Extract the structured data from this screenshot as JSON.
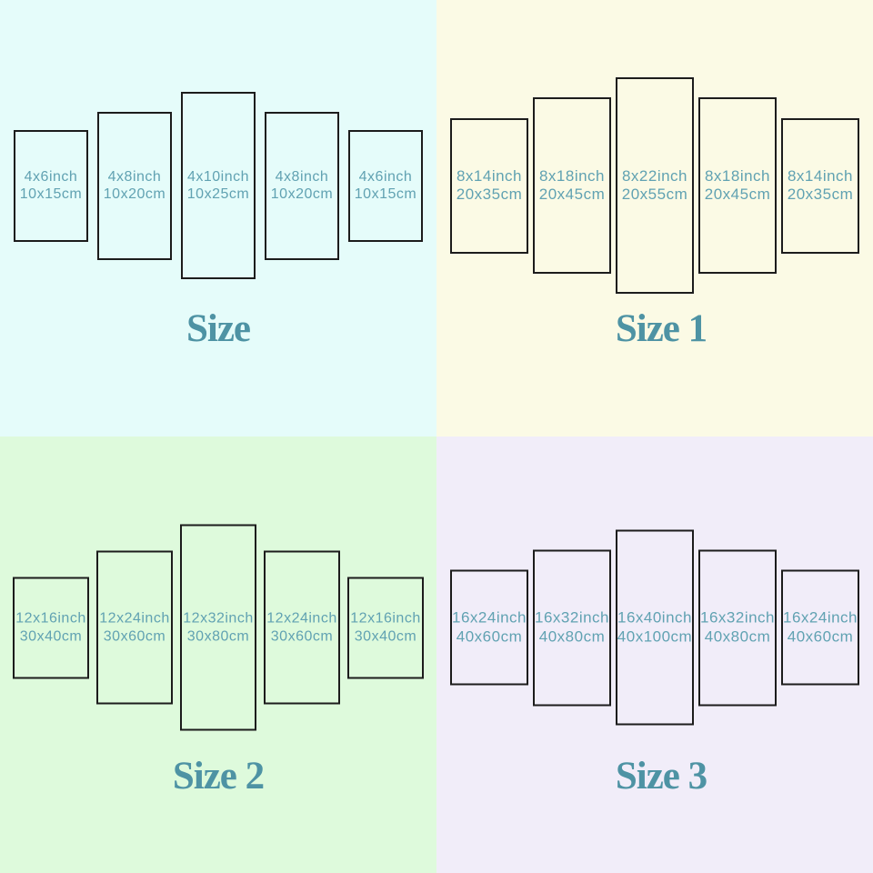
{
  "colors": {
    "quadrant_bg_size": "#e5fcfa",
    "quadrant_bg_size1": "#fbfae5",
    "quadrant_bg_size2": "#defadc",
    "quadrant_bg_size3": "#f1edf9",
    "panel_border": "#1c1c1c",
    "panel_text": "#61a2b2",
    "title_text": "#4e93a4"
  },
  "quadrants": [
    {
      "title": "Size",
      "bg": "#e5fcfa",
      "panels": [
        {
          "inch": "4x6inch",
          "cm": "10x15cm"
        },
        {
          "inch": "4x8inch",
          "cm": "10x20cm"
        },
        {
          "inch": "4x10inch",
          "cm": "10x25cm"
        },
        {
          "inch": "4x8inch",
          "cm": "10x20cm"
        },
        {
          "inch": "4x6inch",
          "cm": "10x15cm"
        }
      ]
    },
    {
      "title": "Size 1",
      "bg": "#fbfae5",
      "panels": [
        {
          "inch": "8x14inch",
          "cm": "20x35cm"
        },
        {
          "inch": "8x18inch",
          "cm": "20x45cm"
        },
        {
          "inch": "8x22inch",
          "cm": "20x55cm"
        },
        {
          "inch": "8x18inch",
          "cm": "20x45cm"
        },
        {
          "inch": "8x14inch",
          "cm": "20x35cm"
        }
      ]
    },
    {
      "title": "Size 2",
      "bg": "#defadc",
      "panels": [
        {
          "inch": "12x16inch",
          "cm": "30x40cm"
        },
        {
          "inch": "12x24inch",
          "cm": "30x60cm"
        },
        {
          "inch": "12x32inch",
          "cm": "30x80cm"
        },
        {
          "inch": "12x24inch",
          "cm": "30x60cm"
        },
        {
          "inch": "12x16inch",
          "cm": "30x40cm"
        }
      ]
    },
    {
      "title": "Size 3",
      "bg": "#f1edf9",
      "panels": [
        {
          "inch": "16x24inch",
          "cm": "40x60cm"
        },
        {
          "inch": "16x32inch",
          "cm": "40x80cm"
        },
        {
          "inch": "16x40inch",
          "cm": "40x100cm"
        },
        {
          "inch": "16x32inch",
          "cm": "40x80cm"
        },
        {
          "inch": "16x24inch",
          "cm": "40x60cm"
        }
      ]
    }
  ]
}
